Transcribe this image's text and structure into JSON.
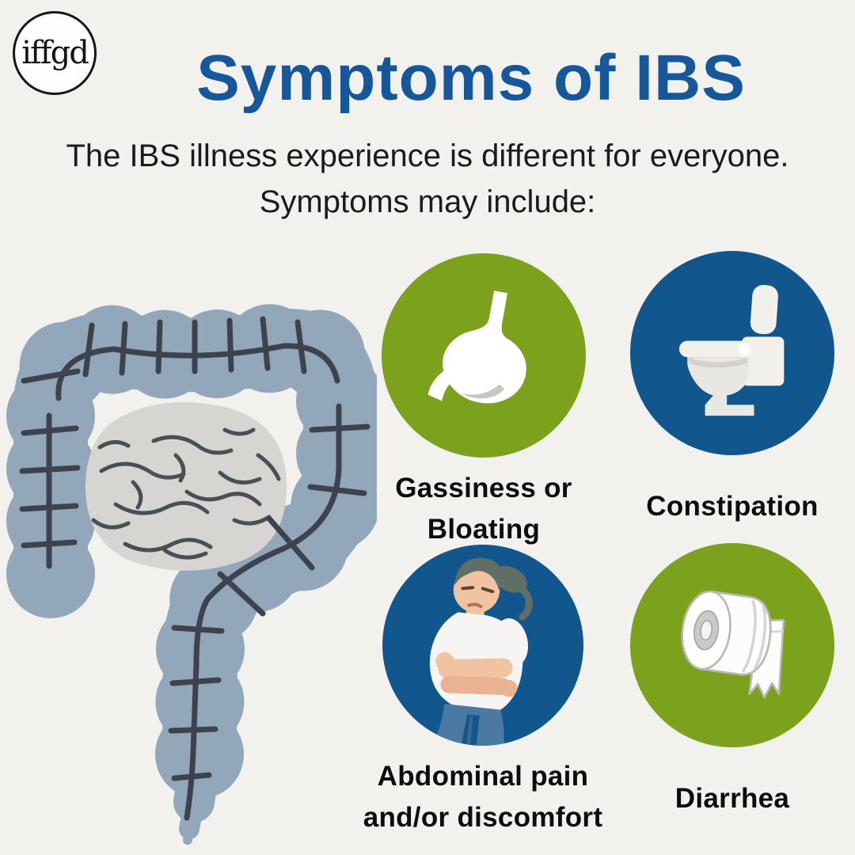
{
  "page": {
    "background_color": "#f2f1ee"
  },
  "logo": {
    "text": "iffgd"
  },
  "header": {
    "title": "Symptoms of IBS",
    "title_color": "#16579b",
    "subtitle_line1": "The IBS illness experience is different for everyone.",
    "subtitle_line2": "Symptoms may include:"
  },
  "illustration": {
    "name": "large-and-small-intestines-illustration"
  },
  "colors": {
    "green_circle": "#7ba11d",
    "blue_circle": "#12568e",
    "intestine_body": "#93a7ba",
    "intestine_inner": "#d7d5d2",
    "line_dark": "#3d434e"
  },
  "symptoms": [
    {
      "icon": "stomach-icon",
      "circle_color": "#7ba11d",
      "line1": "Gassiness or",
      "line2": "Bloating"
    },
    {
      "icon": "toilet-icon",
      "circle_color": "#12568e",
      "line1": "Constipation",
      "line2": ""
    },
    {
      "icon": "person-abdominal-pain-icon",
      "circle_color": "#12568e",
      "line1": "Abdominal pain",
      "line2": "and/or discomfort"
    },
    {
      "icon": "toilet-paper-icon",
      "circle_color": "#7ba11d",
      "line1": "Diarrhea",
      "line2": ""
    }
  ]
}
